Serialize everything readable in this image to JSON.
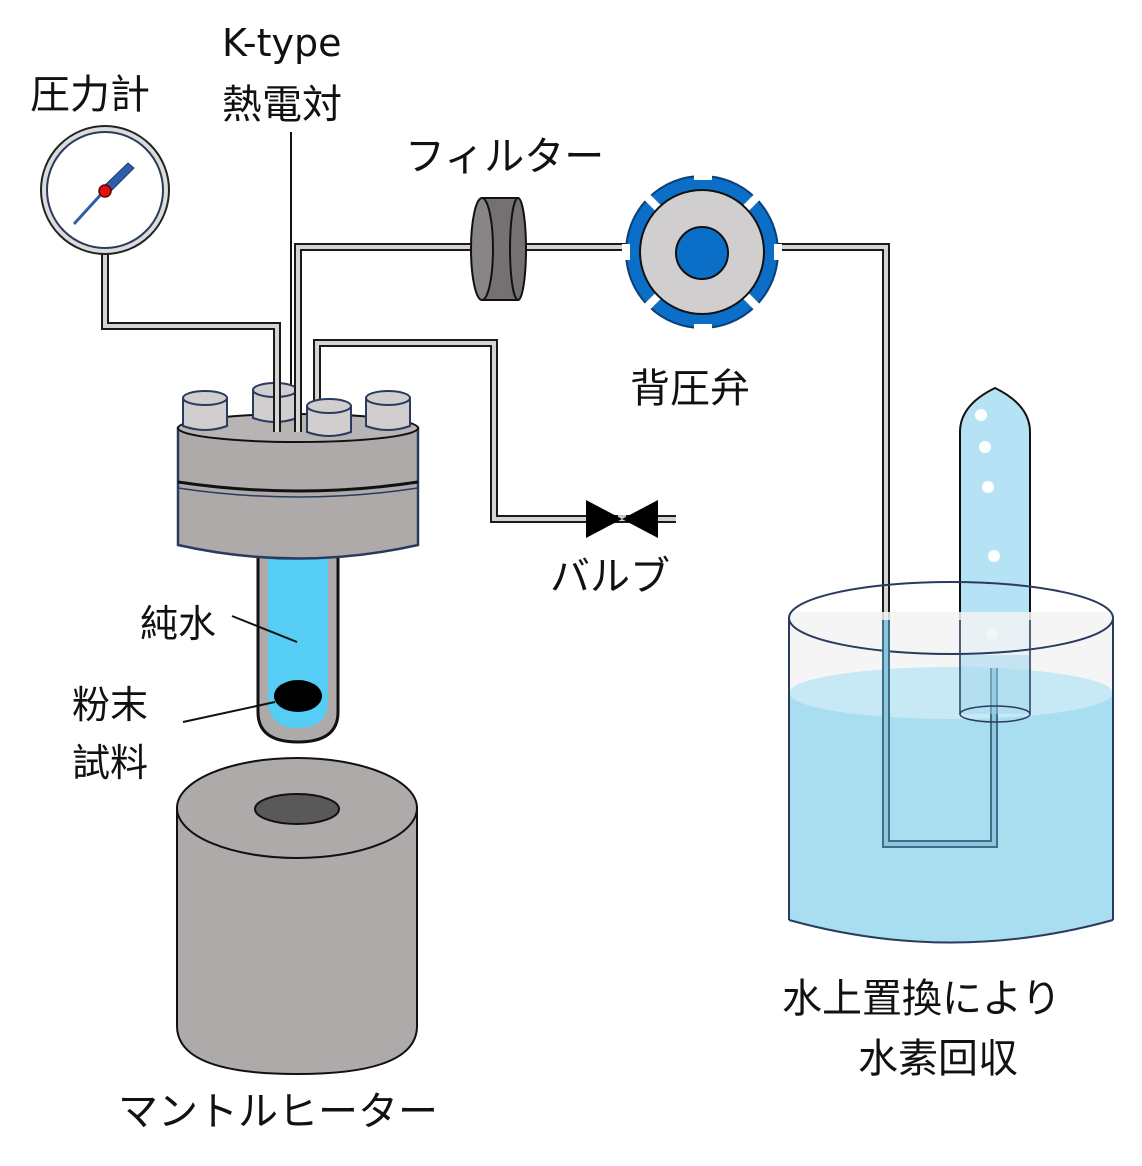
{
  "diagram": {
    "title": "Hydrogen generation apparatus schematic",
    "labels": {
      "pressure_gauge": "圧力計",
      "thermocouple_line1": "K-type",
      "thermocouple_line2": "熱電対",
      "filter": "フィルター",
      "back_pressure_valve": "背圧弁",
      "valve": "バルブ",
      "pure_water": "純水",
      "powder_sample_line1": "粉末",
      "powder_sample_line2": "試料",
      "mantle_heater": "マントルヒーター",
      "collection_line1": "水上置換により",
      "collection_line2": "水素回収"
    },
    "colors": {
      "vessel_gray": "#aeaaaa",
      "valve_blue": "#0b6fc8",
      "water_blue": "#55cdf5",
      "beaker_water": "#a9ddf0",
      "tube_blue": "#b5e3f5",
      "gauge_needle": "#2e5ea8",
      "gauge_pivot": "#e01010",
      "filter_gray": "#767171"
    }
  }
}
